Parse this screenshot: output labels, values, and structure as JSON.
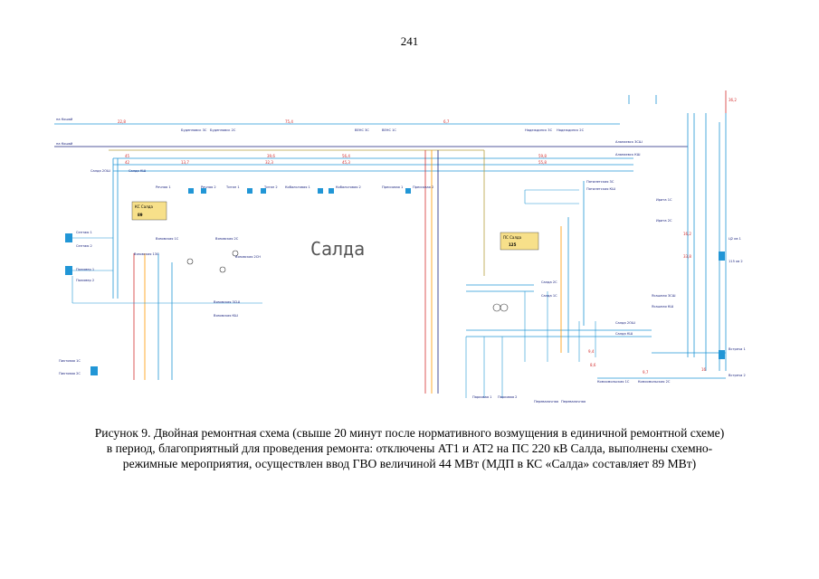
{
  "page_number": "241",
  "figure": {
    "title": "Салда",
    "ps_salda": {
      "name": "ПС Салда",
      "value": "125"
    },
    "ks_salda": {
      "name": "КС Салда",
      "value": "89"
    },
    "labels": [
      "на Кошай",
      "на Кошай",
      "Буденновск 3С",
      "Буденновск 2С",
      "ВЕНС 3С",
      "ВЕНС 1С",
      "Надеждинск 3С",
      "Надеждинск 2С",
      "Салда 2ОШ",
      "Салда КШ",
      "Речная 1",
      "Речная 2",
      "Титан 1",
      "Титан 2",
      "Кобальтовая 1",
      "Кобальтовая 2",
      "Прессовая 1",
      "Прессовая 2",
      "Пятилетская 3С",
      "Пятилетская КШ",
      "Алапаевск 3СШ",
      "Алапаевск КШ",
      "Ирита 1С",
      "Ирита 2С",
      "Ц2 кв 1",
      "115 кв 2",
      "Ясашная 3СШ",
      "Ясашная КШ",
      "Встреча 1",
      "Встреча 2",
      "Салда 2ОШ",
      "Салда КШ",
      "Салда 2С",
      "Салда 1С",
      "Комсомольская 1С",
      "Комсомольская 2С",
      "Сентаю 1",
      "Сентаю 2",
      "Полимер 1",
      "Полимер 2",
      "Вязовская 1С",
      "Вязовская 13С",
      "Вязовская 2С",
      "Вязовская 2СН",
      "Вязовская 3СШ",
      "Вязовская КШ",
      "Пихтовая 1С",
      "Пихтовая 2С",
      "Парковая 1",
      "Парковая 2",
      "Перевалочная",
      "Перевалочная"
    ],
    "values": [
      "22,8",
      "75,4",
      "6,7",
      "59,8",
      "45",
      "42",
      "13,7",
      "39,6",
      "56,4",
      "45,3",
      "32,3",
      "16",
      "9,4",
      "36,2",
      "16,2",
      "33,8",
      "55,8",
      "9,7",
      "8,6"
    ],
    "colors": {
      "line_blue": "#2196d6",
      "line_dark": "#1a237e",
      "line_olive": "#b8a040",
      "text_red": "#d32f2f",
      "text_orange": "#ff9800",
      "text_green": "#2e7d32",
      "ks_fill": "#f7e08a",
      "ps_fill": "#f7e08a"
    }
  },
  "caption": {
    "line1": "Рисунок 9. Двойная ремонтная схема (свыше 20 минут после нормативного возмущения в единичной ремонтной схеме)",
    "line2": "в период, благоприятный для проведения ремонта: отключены АТ1 и АТ2 на ПС 220 кВ Салда, выполнены схемно-",
    "line3": "режимные мероприятия, осуществлен ввод ГВО величиной 44 МВт (МДП в КС «Салда» составляет 89 МВт)"
  }
}
